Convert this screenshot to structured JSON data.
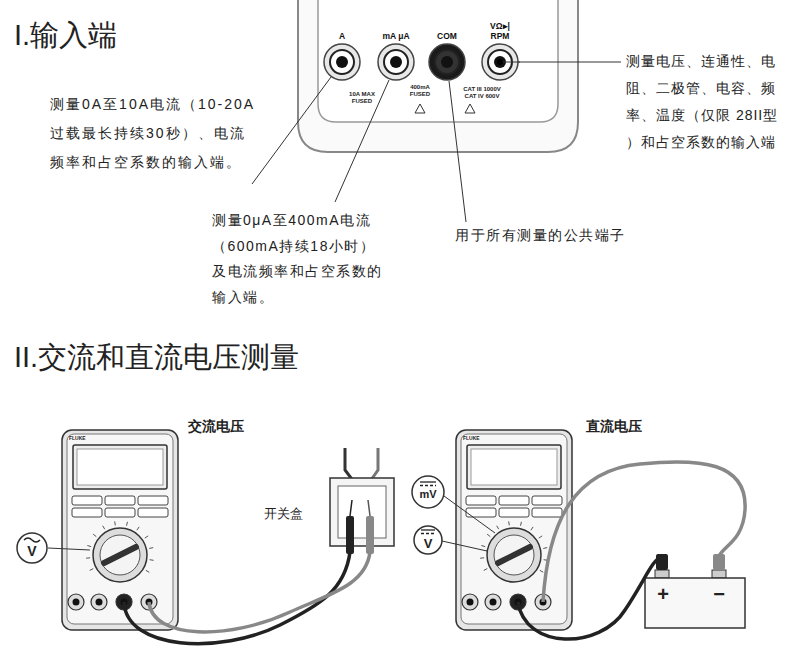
{
  "diagram": {
    "nodes": [
      {
        "text": [
          "A"
        ]
      },
      {
        "text": [
          "mA μA"
        ]
      },
      {
        "text": [
          "COM"
        ]
      },
      {
        "text": [
          "VΩ▸| RPM"
        ]
      }
    ],
    "labels": [
      "I.输入端",
      "测量0A至10A电流（10-20A 过载最长持续30秒）、电流 频率和占空系数的输入端。",
      "测量0μA至400mA电流 （600mA持续18小时） 及电流频率和占空系数的 输入端。",
      "用于所有测量的公共端子",
      "测量电压、连通性、电 阻、二极管、电容、频 率、温度（仅限 28II型 ）和占空系数的输入端",
      "10A MAX FUSED",
      "400mA FUSED",
      "CAT III 1000V CAT IV 600V",
      "II.交流和直流电压测量",
      "交流电压",
      "开关盒",
      "直流电压",
      "V",
      "mV",
      "V",
      "+",
      "−",
      "FLUKE",
      "FLUKE"
    ]
  }
}
